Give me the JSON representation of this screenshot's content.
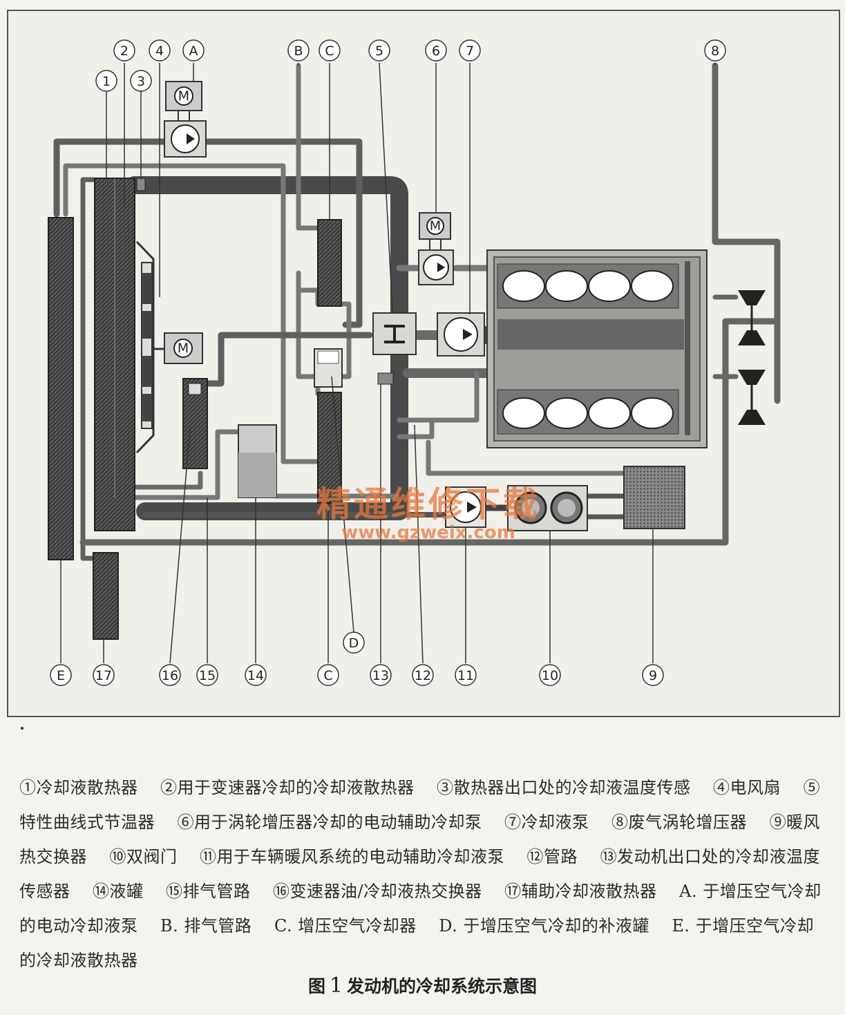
{
  "labels": {
    "n1": "1",
    "n2": "2",
    "n3": "3",
    "n4": "4",
    "n5": "5",
    "n6": "6",
    "n7": "7",
    "n8": "8",
    "n9": "9",
    "n10": "10",
    "n11": "11",
    "n12": "12",
    "n13": "13",
    "n14": "14",
    "n15": "15",
    "n16": "16",
    "n17": "17",
    "A": "A",
    "B": "B",
    "C_top": "C",
    "C_bottom": "C",
    "D": "D",
    "E": "E",
    "motor": "M"
  },
  "watermark": {
    "text": "精通维修下载",
    "url": "www.gzweix.com"
  },
  "legend": [
    "①冷却液散热器",
    "②用于变速器冷却的冷却液散热器",
    "③散热器出口处的冷却液温度传感",
    "④电风扇",
    "⑤特性曲线式节温器",
    "⑥用于涡轮增压器冷却的电动辅助冷却泵",
    "⑦冷却液泵",
    "⑧废气涡轮增压器",
    "⑨暖风热交换器",
    "⑩双阀门",
    "⑪用于车辆暖风系统的电动辅助冷却液泵",
    "⑫管路",
    "⑬发动机出口处的冷却液温度传感器",
    "⑭液罐",
    "⑮排气管路",
    "⑯变速器油/冷却液热交换器",
    "⑰辅助冷却液散热器",
    "A. 于增压空气冷却的电动冷却液泵",
    "B. 排气管路",
    "C. 增压空气冷却器",
    "D. 于增压空气冷却的补液罐",
    "E. 于增压空气冷却的冷却液散热器"
  ],
  "caption": {
    "prefix": "图",
    "number": "1",
    "title": "发动机的冷却系统示意图"
  },
  "colors": {
    "pipe": "#5a5a5a",
    "pipe_dark": "#2e2e2e",
    "box": "#d9d8d2",
    "radiator": "#3a3a3a"
  }
}
